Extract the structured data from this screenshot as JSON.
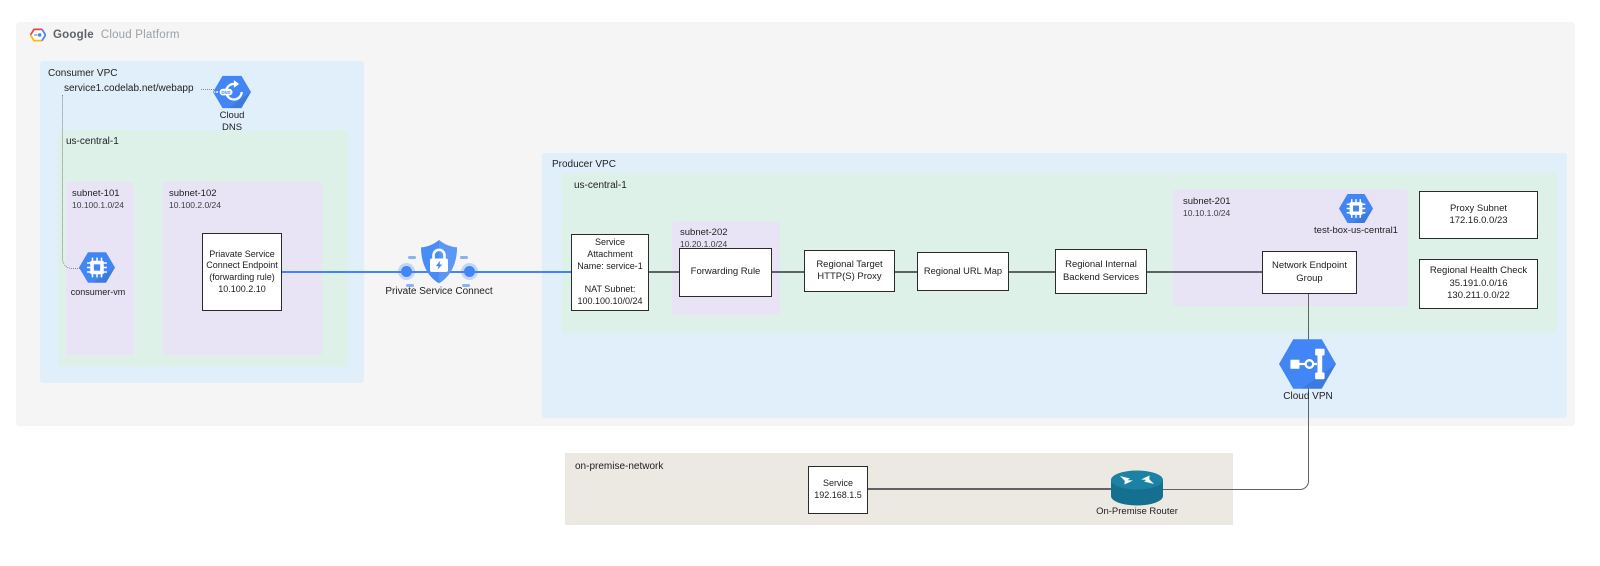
{
  "header": {
    "brand": "Google",
    "product": "Cloud Platform"
  },
  "colors": {
    "panel_gray": "#f5f5f6",
    "vpc_blue": "#e1effa",
    "region_green": "#def1e9",
    "subnet_purple": "#e8e4f5",
    "onprem_beige": "#ece9e3",
    "gcp_icon_blue": "#4285f4",
    "connection_blue": "#4285f4",
    "connector_gray": "#5f6368",
    "router_teal": "#15708f"
  },
  "consumer_vpc": {
    "label": "Consumer VPC",
    "dns_record": "service1.codelab.net/webapp",
    "cloud_dns": {
      "label": "Cloud\nDNS",
      "badge": "DNS"
    },
    "region": {
      "label": "us-central-1",
      "subnet_101": {
        "name": "subnet-101",
        "cidr": "10.100.1.0/24",
        "vm_label": "consumer-vm"
      },
      "subnet_102": {
        "name": "subnet-102",
        "cidr": "10.100.2.0/24",
        "endpoint": "Priavate Service\nConnect Endpoint\n(forwarding rule)\n10.100.2.10"
      }
    }
  },
  "psc": {
    "label": "Private Service Connect"
  },
  "producer_vpc": {
    "label": "Producer VPC",
    "region": {
      "label": "us-central-1",
      "service_attachment": "Service\nAttachment\nName: service-1\n \nNAT Subnet:\n100.100.10/0/24",
      "subnet_202": {
        "name": "subnet-202",
        "cidr": "10.20.1.0/24",
        "forwarding_rule": "Forwarding Rule"
      },
      "target_proxy": "Regional Target\nHTTP(S) Proxy",
      "url_map": "Regional URL Map",
      "backend_services": "Regional Internal\nBackend Services",
      "subnet_201": {
        "name": "subnet-201",
        "cidr": "10.10.1.0/24",
        "vm_label": "test-box-us-central1",
        "neg": "Network Endpoint\nGroup"
      },
      "proxy_subnet": "Proxy Subnet\n172.16.0.0/23",
      "health_check": "Regional Health Check\n35.191.0.0/16\n130.211.0.0/22"
    }
  },
  "cloud_vpn": {
    "label": "Cloud VPN"
  },
  "on_premise": {
    "label": "on-premise-network",
    "service": "Service\n192.168.1.5",
    "router_label": "On-Premise Router"
  }
}
